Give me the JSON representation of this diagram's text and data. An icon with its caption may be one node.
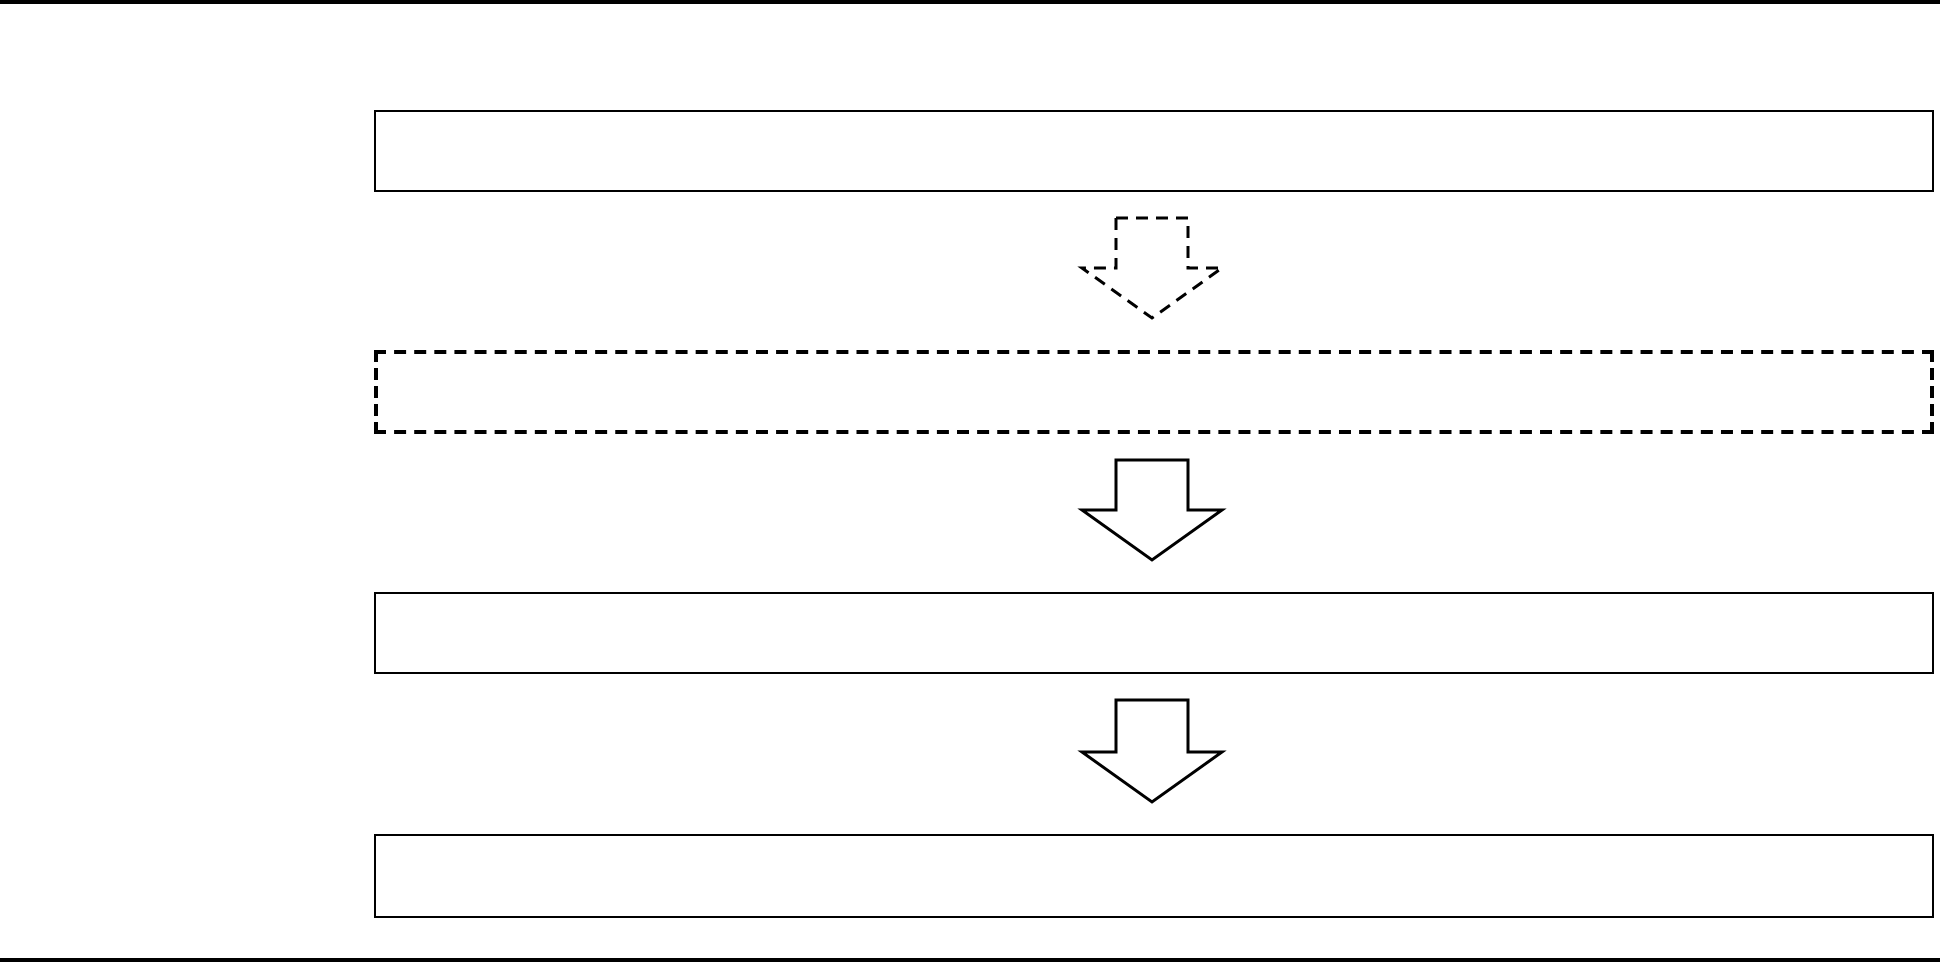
{
  "diagram": {
    "nodes": [
      {
        "text": [],
        "shape": "box"
      },
      {
        "text": [],
        "shape": "box"
      },
      {
        "text": [],
        "shape": "box"
      },
      {
        "text": [],
        "shape": "box"
      }
    ],
    "edges": [
      {
        "from": 0,
        "to": 1,
        "arrow": "to",
        "style": "dashed"
      },
      {
        "from": 1,
        "to": 2,
        "arrow": "to"
      },
      {
        "from": 2,
        "to": 3,
        "arrow": "to"
      }
    ]
  }
}
